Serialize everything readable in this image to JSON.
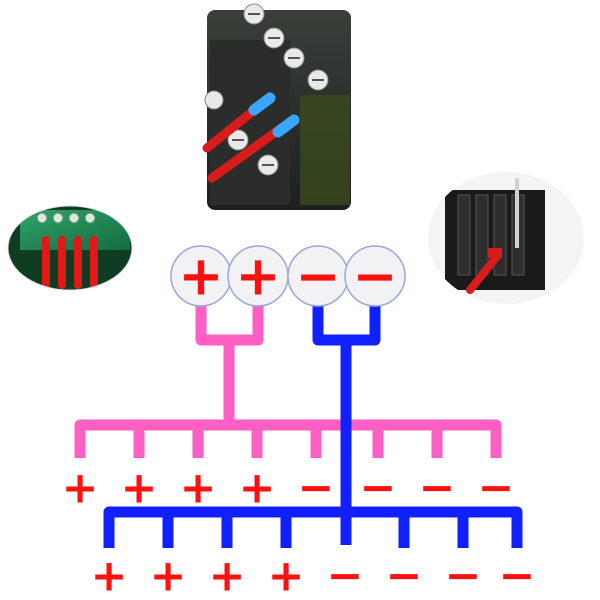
{
  "colors": {
    "plus": "#ff1010",
    "minus": "#ff1010",
    "positive_bus": "#ff5ec4",
    "negative_bus": "#1020ff",
    "circle_fill": "#f2f2f4",
    "circle_stroke": "#9aa8d8"
  },
  "top_terminals": {
    "labels": [
      "+",
      "+",
      "−",
      "−"
    ]
  },
  "upper_outputs": {
    "labels": [
      "+",
      "+",
      "+",
      "+",
      "−",
      "−",
      "−",
      "−"
    ]
  },
  "lower_outputs": {
    "labels": [
      "+",
      "+",
      "+",
      "+",
      "−",
      "−",
      "−",
      "−"
    ]
  },
  "photos": {
    "top_center": "terminal-block-closeup-photo",
    "left": "green-terminal-red-wires-photo",
    "right": "black-terminal-probe-photo"
  }
}
